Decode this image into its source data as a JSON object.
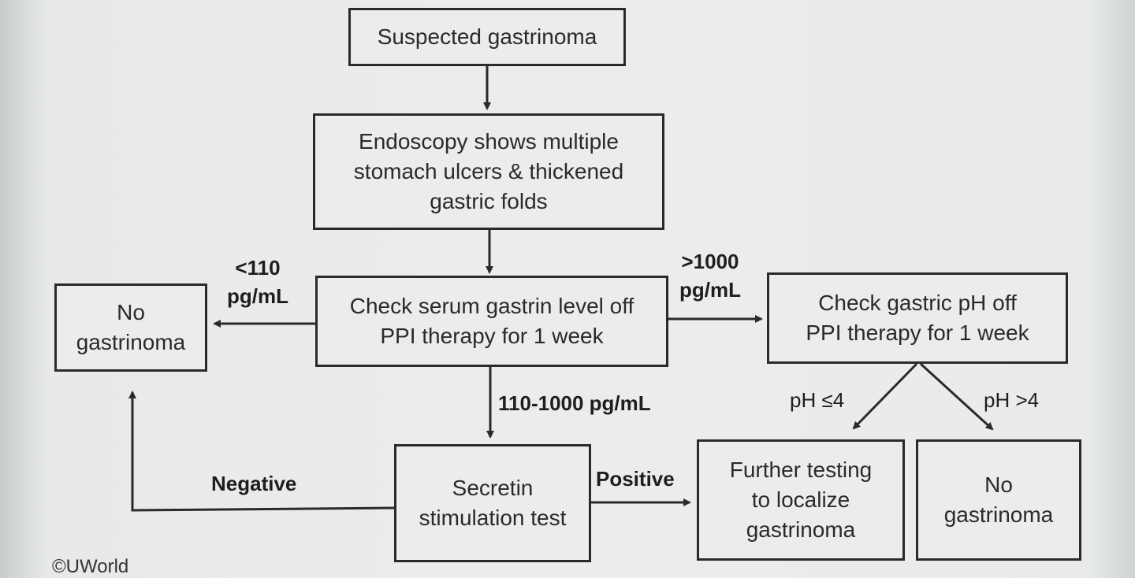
{
  "nodes": {
    "suspected": "Suspected gastrinoma",
    "endoscopy": "Endoscopy shows multiple\nstomach ulcers & thickened\ngastric folds",
    "serum_gastrin": "Check serum gastrin level off\nPPI therapy for 1 week",
    "no_gastrinoma_left": "No\ngastrinoma",
    "gastric_ph": "Check gastric pH off\nPPI  therapy for 1 week",
    "secretin": "Secretin\nstimulation test",
    "further_testing": "Further testing\nto localize\ngastrinoma",
    "no_gastrinoma_right": "No\ngastrinoma"
  },
  "edge_labels": {
    "low": "<110\npg/mL",
    "high": ">1000\npg/mL",
    "mid": "110-1000 pg/mL",
    "ph_low": "pH ≤4",
    "ph_high": "pH >4",
    "negative": "Negative",
    "positive": "Positive"
  },
  "credit": "©UWorld",
  "colors": {
    "line": "#2a2a2a",
    "background": "#ececec"
  }
}
